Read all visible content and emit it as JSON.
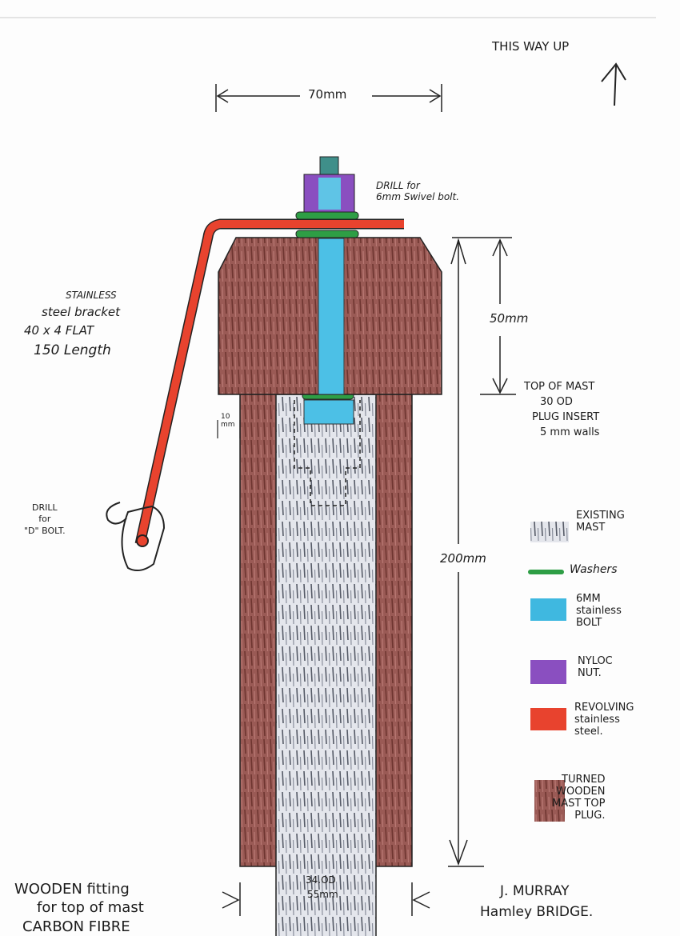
{
  "orientation": {
    "label": "THIS WAY UP",
    "icon": "up-arrow-icon"
  },
  "dimensions": {
    "width_top": "70mm",
    "plug_height": "50mm",
    "total_height": "200mm",
    "spacing": "10\nmm",
    "bottom_od": "34.OD",
    "bottom_width": "55mm"
  },
  "notes": {
    "drill_swivel": [
      "DRILL for",
      "6mm Swivel bolt."
    ],
    "bracket": [
      "STAINLESS",
      "steel bracket",
      "40 x 4 FLAT",
      "150 Length"
    ],
    "drill_d_bolt": [
      "DRILL",
      "for",
      "\"D\" BOLT."
    ],
    "top_of_mast": [
      "TOP OF MAST",
      "30 OD",
      "PLUG INSERT",
      "5 mm walls"
    ],
    "title": [
      "WOODEN fitting",
      "for top of mast",
      "CARBON FIBRE"
    ],
    "author": [
      "J. MURRAY",
      "Hamley BRIDGE."
    ]
  },
  "legend": [
    {
      "label": "EXISTING\nMAST",
      "color": "#6b6f7a"
    },
    {
      "label": "Washers",
      "color": "#2e9e45"
    },
    {
      "label": "6MM\nstainless\nBOLT",
      "color": "#3fb8e0"
    },
    {
      "label": "NYLOC\nNUT.",
      "color": "#8a4fc0"
    },
    {
      "label": "REVOLVING\nstainless\nsteel.",
      "color": "#e8432e"
    },
    {
      "label": "TURNED\nWOODEN\nMAST TOP\nPLUG.",
      "color": "#8a4a45"
    }
  ]
}
